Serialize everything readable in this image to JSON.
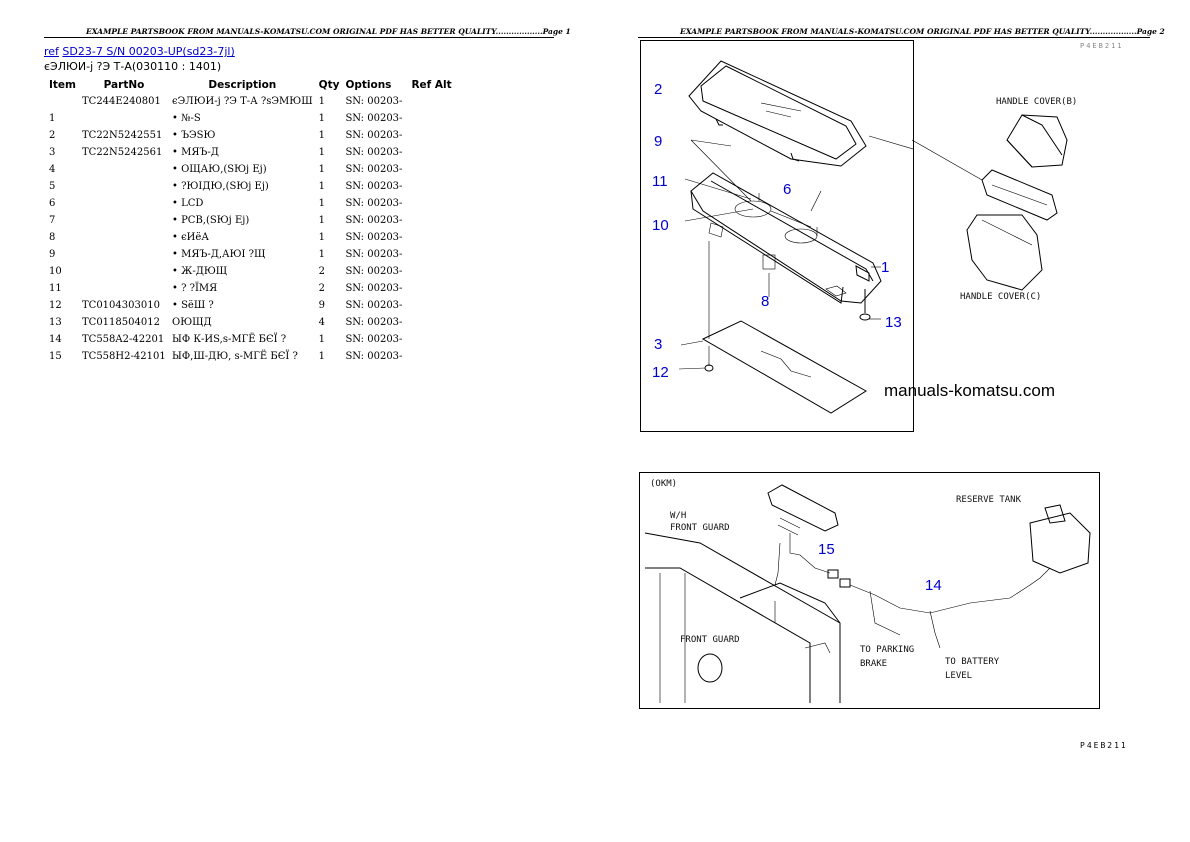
{
  "header": {
    "page1": "EXAMPLE PARTSBOOK FROM MANUALS-KOMATSU.COM ORIGINAL PDF HAS BETTER QUALITY..................Page 1",
    "page2": "EXAMPLE PARTSBOOK FROM MANUALS-KOMATSU.COM ORIGINAL PDF HAS BETTER QUALITY..................Page 2"
  },
  "ref_link": {
    "ref": "ref",
    "model": "SD23-7 S/N 00203-UP(sd23-7jl)"
  },
  "subtitle": "єЭЛЮИ-ј ?Э Т-А(030110 : 1401)",
  "table": {
    "columns": [
      "Item",
      "PartNo",
      "Description",
      "Qty",
      "Options",
      "Ref Alt"
    ],
    "rows": [
      {
        "item": "",
        "partno": "TC244E240801",
        "desc": "єЭЛЮИ-ј ?Э Т-А ?sЭМЮШ",
        "qty": "1",
        "options": "SN: 00203-",
        "refalt": ""
      },
      {
        "item": "1",
        "partno": "",
        "desc": "• №-S",
        "qty": "1",
        "options": "SN: 00203-",
        "refalt": ""
      },
      {
        "item": "2",
        "partno": "TC22N5242551",
        "desc": "• ЪЭЅЮ",
        "qty": "1",
        "options": "SN: 00203-",
        "refalt": ""
      },
      {
        "item": "3",
        "partno": "TC22N5242561",
        "desc": "• МЯЪ-Д",
        "qty": "1",
        "options": "SN: 00203-",
        "refalt": ""
      },
      {
        "item": "4",
        "partno": "",
        "desc": "• ОЩАЮ,(SЮј Еј)",
        "qty": "1",
        "options": "SN: 00203-",
        "refalt": ""
      },
      {
        "item": "5",
        "partno": "",
        "desc": "• ?ЮІДЮ,(SЮј Еј)",
        "qty": "1",
        "options": "SN: 00203-",
        "refalt": ""
      },
      {
        "item": "6",
        "partno": "",
        "desc": "• LCD",
        "qty": "1",
        "options": "SN: 00203-",
        "refalt": ""
      },
      {
        "item": "7",
        "partno": "",
        "desc": "• PCB,(SЮј Еј)",
        "qty": "1",
        "options": "SN: 00203-",
        "refalt": ""
      },
      {
        "item": "8",
        "partno": "",
        "desc": "• єИёА",
        "qty": "1",
        "options": "SN: 00203-",
        "refalt": ""
      },
      {
        "item": "9",
        "partno": "",
        "desc": "• МЯЪ-Д,АЮІ ?Щ",
        "qty": "1",
        "options": "SN: 00203-",
        "refalt": ""
      },
      {
        "item": "10",
        "partno": "",
        "desc": "• Ж-ДЮЩ",
        "qty": "2",
        "options": "SN: 00203-",
        "refalt": ""
      },
      {
        "item": "11",
        "partno": "",
        "desc": "• ? ?ЇМЯ",
        "qty": "2",
        "options": "SN: 00203-",
        "refalt": ""
      },
      {
        "item": "12",
        "partno": "TC0104303010",
        "desc": "• SёШ ?",
        "qty": "9",
        "options": "SN: 00203-",
        "refalt": ""
      },
      {
        "item": "13",
        "partno": "TC0118504012",
        "desc": "ОЮЩД",
        "qty": "4",
        "options": "SN: 00203-",
        "refalt": ""
      },
      {
        "item": "14",
        "partno": "TC558A2-42201",
        "desc": "ЫФ К-ИS,s-МГЁ БЄЇ ?",
        "qty": "1",
        "options": "SN: 00203-",
        "refalt": ""
      },
      {
        "item": "15",
        "partno": "TC558H2-42101",
        "desc": "ЫФ,Ш-ДЮ, s-МГЁ БЄЇ ?",
        "qty": "1",
        "options": "SN: 00203-",
        "refalt": ""
      }
    ]
  },
  "figure1": {
    "callouts": [
      "2",
      "9",
      "11",
      "6",
      "10",
      "1",
      "8",
      "13",
      "3",
      "12"
    ],
    "labels": {
      "handle_cover_b": "HANDLE COVER(B)",
      "handle_cover_c": "HANDLE COVER(C)"
    },
    "watermark": "manuals-komatsu.com"
  },
  "figure2": {
    "callouts": [
      "15",
      "14"
    ],
    "labels": {
      "okm": "(OKM)",
      "wh1": "W/H",
      "wh2": "FRONT GUARD",
      "reserve": "RESERVE TANK",
      "front_guard": "FRONT GUARD",
      "parking1": "TO PARKING",
      "parking2": "BRAKE",
      "battery1": "TO BATTERY",
      "battery2": "LEVEL"
    }
  },
  "figure_code": "P4EB211",
  "top_code": "P4EB211"
}
